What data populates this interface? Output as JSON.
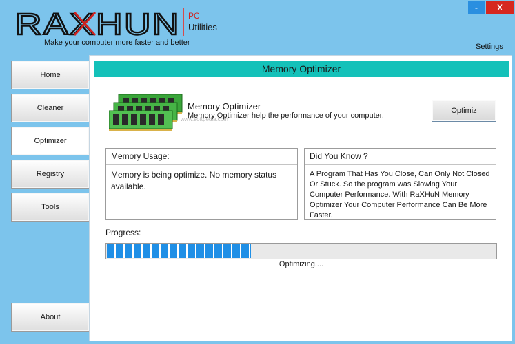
{
  "header": {
    "logo_text": "RAXHUN",
    "pc_label": "PC",
    "utilities_label": "Utilities",
    "tagline": "Make your computer more faster and better",
    "minimize_label": "-",
    "close_label": "X",
    "settings_label": "Settings"
  },
  "sidebar": {
    "items": [
      {
        "label": "Home"
      },
      {
        "label": "Cleaner"
      },
      {
        "label": "Optimizer"
      },
      {
        "label": "Registry"
      },
      {
        "label": "Tools"
      }
    ],
    "about_label": "About"
  },
  "main": {
    "panel_title": "Memory Optimizer",
    "feature_title": "Memory Optimizer",
    "feature_desc": "Memory Optimizer help the performance of your computer.",
    "optimize_button": "Optimiz",
    "watermark": "www.softpedia.com",
    "usage": {
      "title": "Memory Usage:",
      "text": "Memory is being optimize. No memory status available."
    },
    "did_you_know": {
      "title": "Did You Know ?",
      "text": "A Program That Has You Close, Can Only Not Closed Or Stuck. So the program was Slowing Your Computer Performance. With RaXHuN Memory Optimizer Your Computer Performance Can Be More Faster."
    },
    "progress": {
      "label": "Progress:",
      "fraction": 0.37,
      "status": "Optimizing...."
    }
  },
  "colors": {
    "background": "#7cc4ec",
    "panel_title_bg": "#14c1b9",
    "progress_fill": "#1f8fe6",
    "close_button": "#d6271f",
    "minimize_button": "#2a8fe0",
    "logo_accent": "#d0221f"
  }
}
